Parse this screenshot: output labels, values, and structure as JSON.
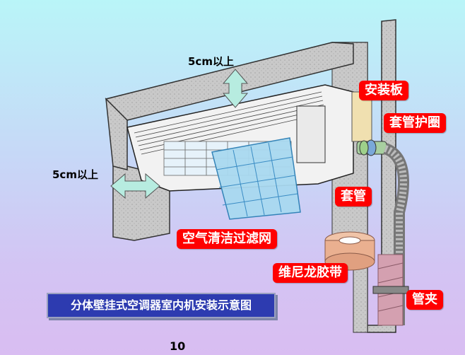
{
  "labels": {
    "mounting_plate": "安装板",
    "sleeve_guard": "套管护圈",
    "sleeve": "套管",
    "air_filter": "空气清洁过滤网",
    "vinyl_tape": "维尼龙胶带",
    "pipe_clamp": "管夹"
  },
  "dimensions": {
    "top_clearance": "5cm以上",
    "side_clearance": "5cm以上"
  },
  "caption": "分体壁挂式空调器室内机安装示意图",
  "page_number": "10",
  "colors": {
    "label_bg": "#ff0000",
    "caption_bg": "#2d3bb0",
    "arrow_fill": "#b7ece0",
    "wall": "#c9c9c9"
  }
}
